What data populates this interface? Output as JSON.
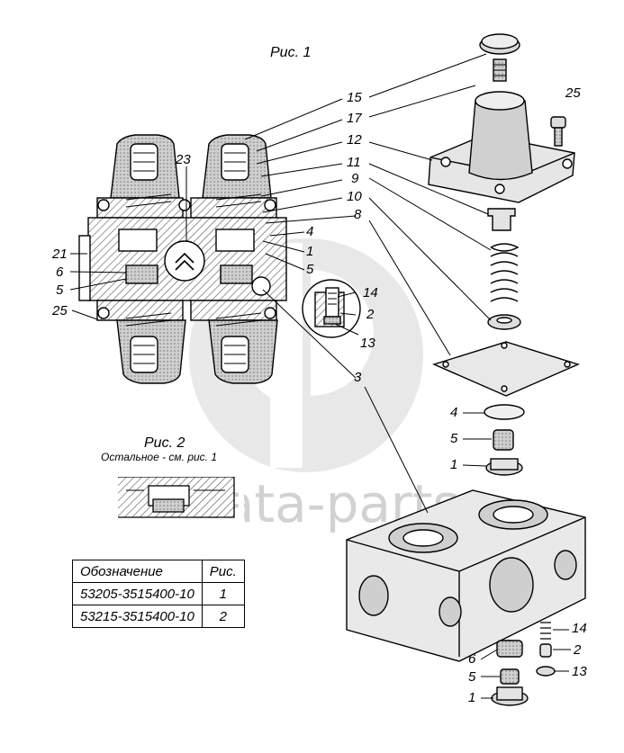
{
  "figure1_caption": "Рис. 1",
  "figure2_caption": "Рис. 2",
  "figure2_note": "Остальное - см. рис. 1",
  "watermark": "data-parts",
  "callouts": {
    "c15": "15",
    "c17": "17",
    "c12": "12",
    "c11": "11",
    "c9": "9",
    "c10": "10",
    "c8": "8",
    "c23": "23",
    "c4": "4",
    "c1": "1",
    "c5": "5",
    "c21": "21",
    "c6": "6",
    "c5b": "5",
    "c25": "25",
    "c25b": "25",
    "c14": "14",
    "c2": "2",
    "c13": "13",
    "c3": "3",
    "c4b": "4",
    "c5c": "5",
    "c1b": "1",
    "c14b": "14",
    "c6b": "6",
    "c2b": "2",
    "c5d": "5",
    "c13b": "13",
    "c1c": "1"
  },
  "table": {
    "header": [
      "Обозначение",
      "Рис."
    ],
    "rows": [
      [
        "53205-3515400-10",
        "1"
      ],
      [
        "53215-3515400-10",
        "2"
      ]
    ]
  }
}
